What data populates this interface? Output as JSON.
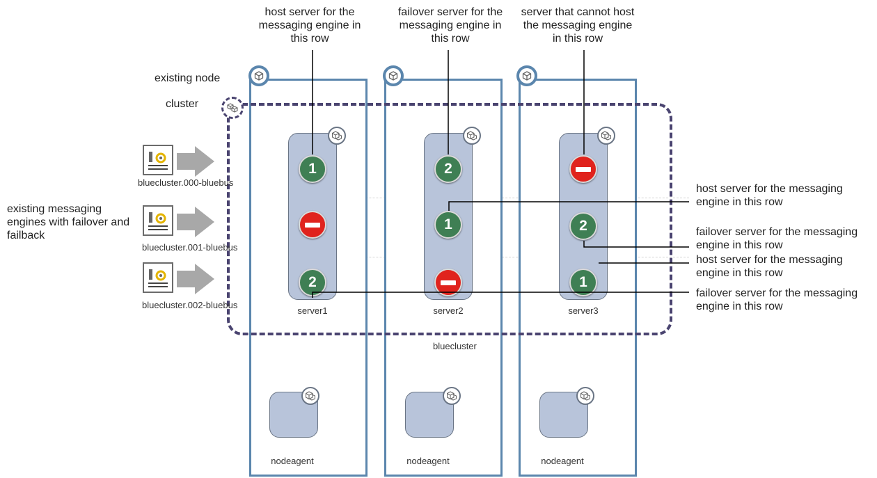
{
  "labels": {
    "existing_node": "existing node",
    "cluster": "cluster",
    "existing_engines": "existing messaging engines with failover and failback",
    "col1_top": "host server for the messaging engine in this row",
    "col2_top": "failover server for the messaging engine in this row",
    "col3_top": "server that cannot host the messaging engine in this row",
    "right_r1": "host server for the messaging engine in this row",
    "right_r2": "failover server for the messaging engine in this row",
    "right_r3": "host server for the messaging engine in this row",
    "right_r4": "failover server for the messaging engine in this row"
  },
  "cluster_name": "bluecluster",
  "engines": [
    {
      "name": "bluecluster.000-bluebus"
    },
    {
      "name": "bluecluster.001-bluebus"
    },
    {
      "name": "bluecluster.002-bluebus"
    }
  ],
  "servers": [
    {
      "name": "server1",
      "badges": [
        "1",
        "none",
        "2"
      ]
    },
    {
      "name": "server2",
      "badges": [
        "2",
        "1",
        "none"
      ]
    },
    {
      "name": "server3",
      "badges": [
        "none",
        "2",
        "1"
      ]
    }
  ],
  "nodeagents": [
    {
      "name": "nodeagent"
    },
    {
      "name": "nodeagent"
    },
    {
      "name": "nodeagent"
    }
  ],
  "colors": {
    "node_border": "#5b86ad",
    "cluster_dash": "#4a4470",
    "server_fill": "#b8c4da",
    "badge_green": "#3f7f54",
    "badge_red": "#e0231d"
  }
}
